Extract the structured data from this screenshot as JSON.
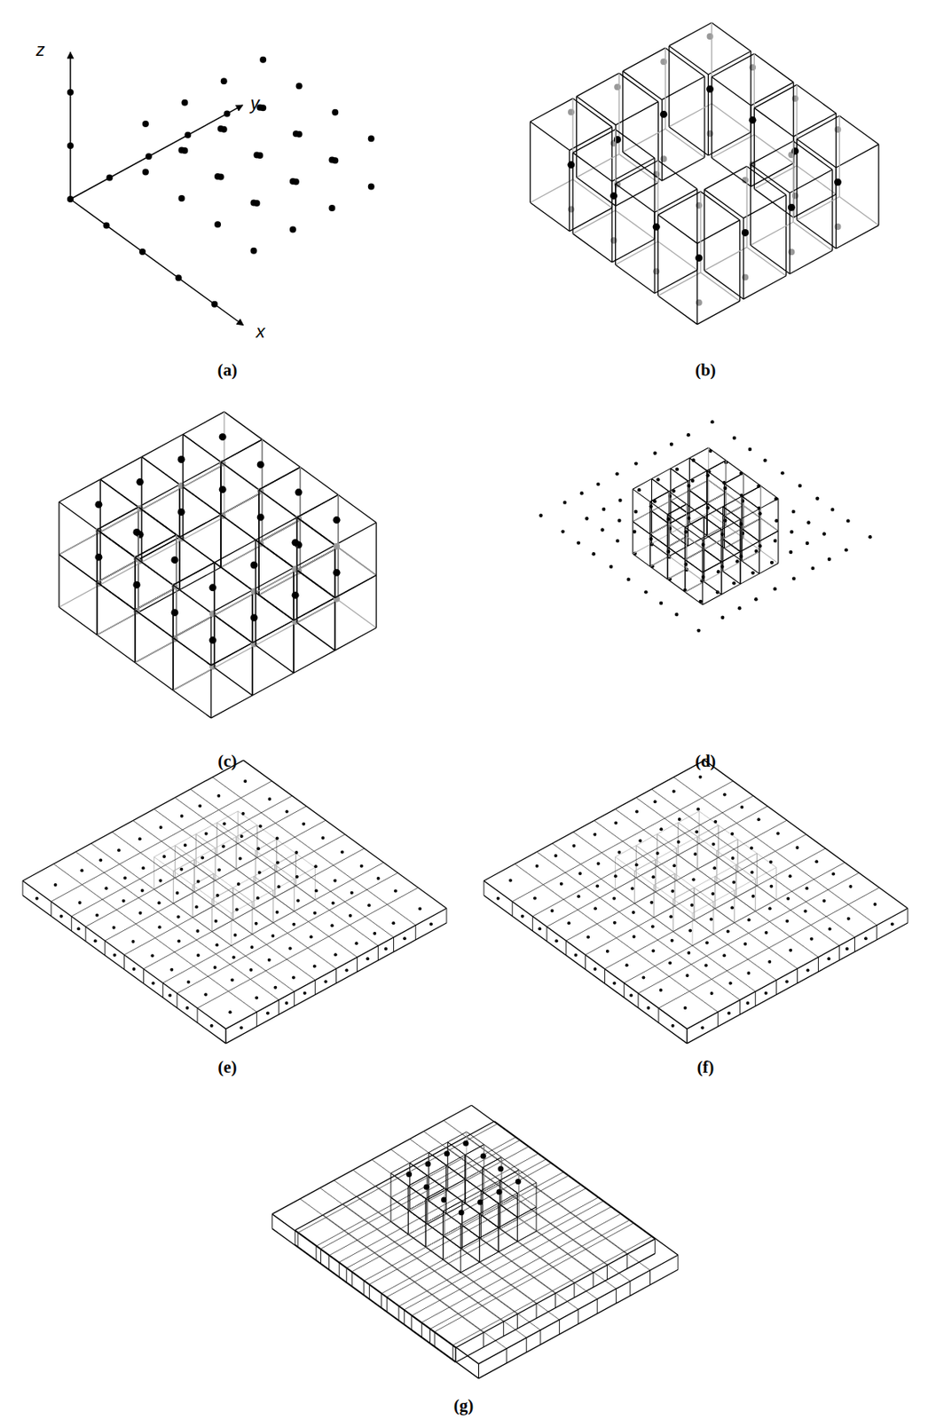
{
  "diagram": {
    "labels": [
      "z",
      "y",
      "x",
      "(a)",
      "(b)",
      "(c)",
      "(d)",
      "(e)",
      "(f)",
      "(g)"
    ]
  }
}
